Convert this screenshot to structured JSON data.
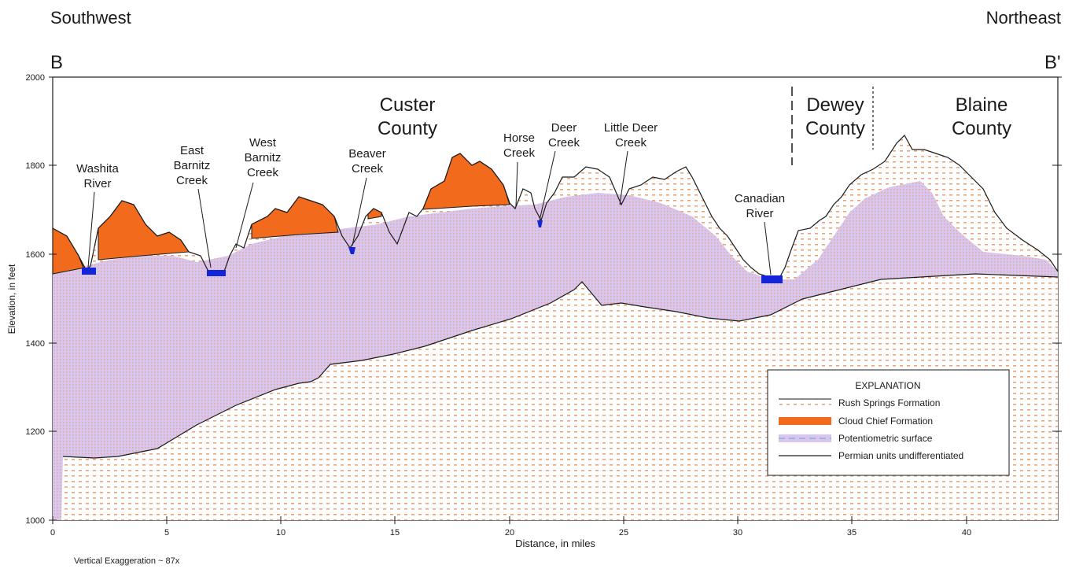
{
  "directions": {
    "left": "Southwest",
    "right": "Northeast"
  },
  "section_ends": {
    "start": "B",
    "end": "B'"
  },
  "axes": {
    "y_label": "Elevation, in feet",
    "x_label": "Distance, in miles",
    "y_ticks": [
      "1000",
      "1200",
      "1400",
      "1600",
      "1800",
      "2000"
    ],
    "x_ticks": [
      "0",
      "5",
      "10",
      "15",
      "20",
      "25",
      "30",
      "35",
      "40"
    ],
    "x_range_miles": [
      0,
      44
    ],
    "y_range_feet": [
      1000,
      2000
    ]
  },
  "vertical_exaggeration": "Vertical Exaggeration ~ 87x",
  "counties": [
    {
      "key": "custer",
      "lines": [
        "Custer",
        "County"
      ]
    },
    {
      "key": "dewey",
      "lines": [
        "Dewey",
        "County"
      ]
    },
    {
      "key": "blaine",
      "lines": [
        "Blaine",
        "County"
      ]
    }
  ],
  "features": [
    {
      "key": "washita",
      "lines": [
        "Washita",
        "River"
      ]
    },
    {
      "key": "east-barnitz",
      "lines": [
        "East",
        "Barnitz",
        "Creek"
      ]
    },
    {
      "key": "west-barnitz",
      "lines": [
        "West",
        "Barnitz",
        "Creek"
      ]
    },
    {
      "key": "beaver",
      "lines": [
        "Beaver",
        "Creek"
      ]
    },
    {
      "key": "horse",
      "lines": [
        "Horse",
        "Creek"
      ]
    },
    {
      "key": "deer",
      "lines": [
        "Deer",
        "Creek"
      ]
    },
    {
      "key": "little-deer",
      "lines": [
        "Little Deer",
        "Creek"
      ]
    },
    {
      "key": "canadian",
      "lines": [
        "Canadian",
        "River"
      ]
    }
  ],
  "legend": {
    "title": "EXPLANATION",
    "items": [
      {
        "key": "rush-springs",
        "label": "Rush Springs Formation",
        "color": "#f0b98c"
      },
      {
        "key": "cloud-chief",
        "label": "Cloud Chief Formation",
        "color": "#f26b1d"
      },
      {
        "key": "potentiometric",
        "label": "Potentiometric surface",
        "color": "#cdbbea"
      },
      {
        "key": "permian",
        "label": "Permian units undifferentiated",
        "color": "#1a1a1a"
      }
    ]
  },
  "colors": {
    "cloud_chief": "#f26b1d",
    "potentiometric": "#d8c6ec",
    "rush_springs_dots": "#e9a57a",
    "water": "#1424d8",
    "line": "#1a1a1a"
  }
}
